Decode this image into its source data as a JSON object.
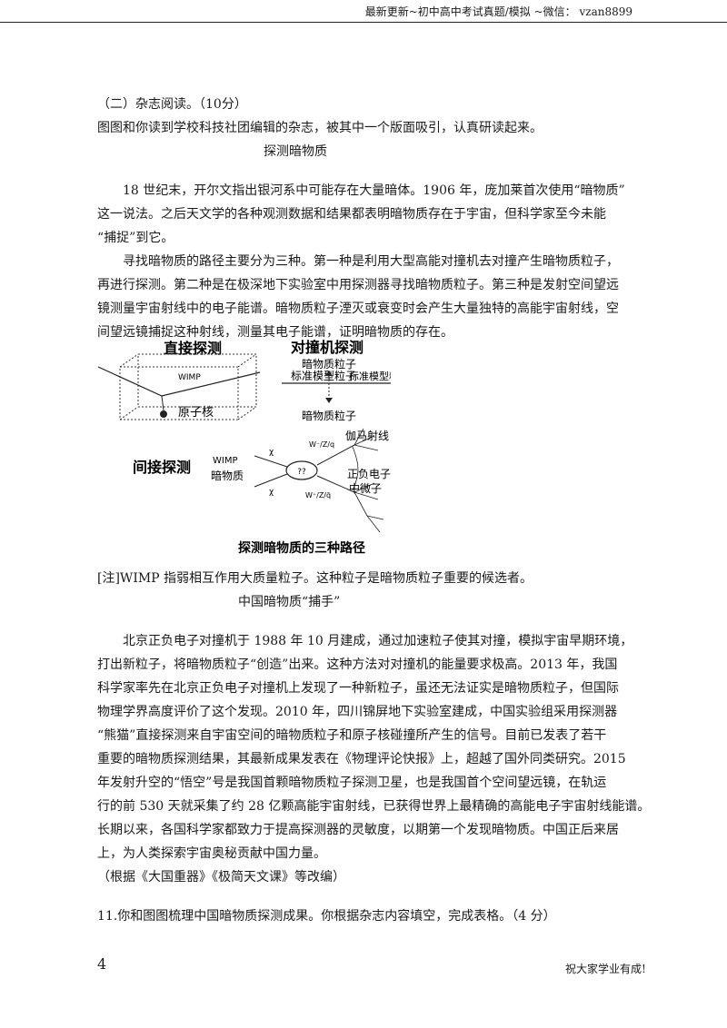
{
  "header": {
    "text": "最新更新~初中高中考试真题/模拟 ~微信： vzan8899"
  },
  "section": {
    "title": "（二）杂志阅读。（10分）",
    "intro": "图图和你读到学校科技社团编辑的杂志，被其中一个版面吸引，认真研读起来。"
  },
  "article1": {
    "title": "探测暗物质",
    "lines": [
      "18 世纪末，开尔文指出银河系中可能存在大量暗体。1906 年，庞加莱首次使用“暗物质”",
      "这一说法。之后天文学的各种观测数据和结果都表明暗物质存在于宇宙，但科学家至今未能",
      "“捕捉”到它。",
      "寻找暗物质的路径主要分为三种。第一种是利用大型高能对撞机去对撞产生暗物质粒子，",
      "再进行探测。第二种是在极深地下实验室中用探测器寻找暗物质粒子。第三种是发射空间望远",
      "镜测量宇宙射线中的电子能谱。暗物质粒子湮灭或衰变时会产生大量独特的高能宇宙射线，空",
      "间望远镜捕捉这种射线，测量其电子能谱，证明暗物质的存在。"
    ]
  },
  "diagram": {
    "direct_title": "直接探测",
    "wimp": "WIMP",
    "nucleus": "原子核",
    "collider_title": "对撞机探测",
    "dm_particle_top": "暗物质粒子",
    "std_left": "标准模型粒子",
    "std_right": "标准模型粒子",
    "dm_particle_bottom": "暗物质粒子",
    "gamma": "伽马射线",
    "indirect_title": "间接探测",
    "wimp2": "WIMP",
    "dark_matter": "暗物质",
    "electron": "正负电子",
    "neutrino": "中微子",
    "caption": "探测暗物质的三种路径",
    "boson_top": "W⁻/Z/q",
    "boson_bottom": "W⁺/Z/q̄",
    "q_top": "q",
    "q_bottom": "q̄",
    "chi": "χ",
    "qq": "??"
  },
  "note": "[注]WIMP 指弱相互作用大质量粒子。这种粒子是暗物质粒子重要的候选者。",
  "article2": {
    "title": "中国暗物质“捕手”",
    "lines": [
      "北京正负电子对撞机于 1988 年 10 月建成，通过加速粒子使其对撞，模拟宇宙早期环境，",
      "打出新粒子，将暗物质粒子“创造”出来。这种方法对对撞机的能量要求极高。2013 年，我国",
      "科学家率先在北京正负电子对撞机上发现了一种新粒子，虽还无法证实是暗物质粒子，但国际",
      "物理学界高度评价了这个发现。2010 年，四川锦屏地下实验室建成，中国实验组采用探测器",
      "“熊猫”直接探测来自宇宙空间的暗物质粒子和原子核碰撞所产生的信号。目前已发表了若干",
      "重要的暗物质探测结果，其最新成果发表在《物理评论快报》上，超越了国外同类研究。2015",
      "年发射升空的“悟空”号是我国首颗暗物质粒子探测卫星，也是我国首个空间望远镜，在轨运",
      "行的前 530 天就采集了约 28 亿颗高能宇宙射线，已获得世界上最精确的高能电子宇宙射线能谱。",
      "长期以来，各国科学家都致力于提高探测器的灵敏度，以期第一个发现暗物质。中国正后来居",
      "上，为人类探索宇宙奥秘贡献中国力量。"
    ],
    "source": "（根据《大国重器》《极简天文课》等改编）"
  },
  "question": "11.你和图图梳理中国暗物质探测成果。你根据杂志内容填空，完成表格。（4 分）",
  "footer": {
    "page_number": "4",
    "motto": "祝大家学业有成!"
  }
}
